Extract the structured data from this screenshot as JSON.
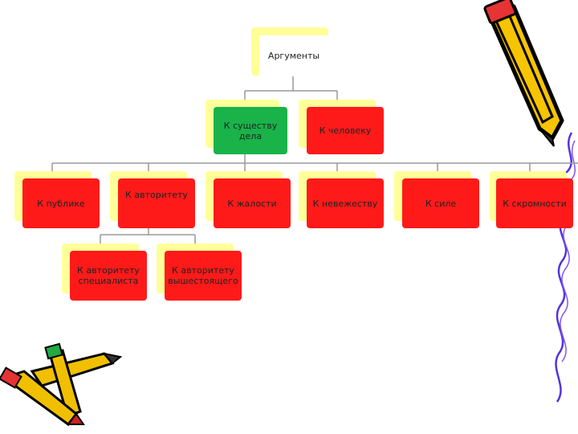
{
  "diagram": {
    "root": "Аргументы",
    "level1": {
      "essence": "К существу дела",
      "person": "К человеку"
    },
    "level2": {
      "public": "К публике",
      "authority": "К авторитету",
      "pity": "К жалости",
      "ignorance": "К невежеству",
      "force": "К силе",
      "modesty": "К скромности"
    },
    "level3": {
      "specialist": "К авторитету специалиста",
      "superior": "К авторитету вышестоящего"
    }
  },
  "colors": {
    "box_red": "#ff1a1a",
    "box_green": "#19b34a",
    "box_shadow": "#ffff99"
  },
  "decor": [
    "pencil-icon",
    "crayons-icon",
    "squiggle-line"
  ]
}
